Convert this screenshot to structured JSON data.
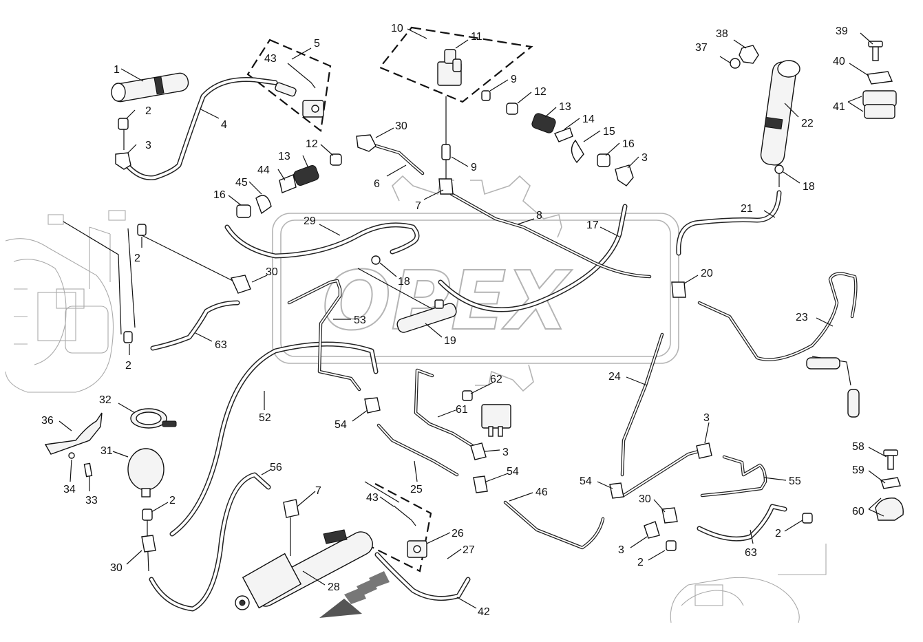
{
  "watermark": {
    "text": "OPEX"
  },
  "callouts": [
    {
      "id": "c1",
      "label": "1"
    },
    {
      "id": "c2a",
      "label": "2"
    },
    {
      "id": "c3a",
      "label": "3"
    },
    {
      "id": "c4",
      "label": "4"
    },
    {
      "id": "c5",
      "label": "5"
    },
    {
      "id": "c43a",
      "label": "43"
    },
    {
      "id": "c10",
      "label": "10"
    },
    {
      "id": "c11",
      "label": "11"
    },
    {
      "id": "c9a",
      "label": "9"
    },
    {
      "id": "c12a",
      "label": "12"
    },
    {
      "id": "c13a",
      "label": "13"
    },
    {
      "id": "c14",
      "label": "14"
    },
    {
      "id": "c15",
      "label": "15"
    },
    {
      "id": "c16a",
      "label": "16"
    },
    {
      "id": "c3b",
      "label": "3"
    },
    {
      "id": "c9b",
      "label": "9"
    },
    {
      "id": "c30a",
      "label": "30"
    },
    {
      "id": "c12b",
      "label": "12"
    },
    {
      "id": "c13b",
      "label": "13"
    },
    {
      "id": "c44",
      "label": "44"
    },
    {
      "id": "c45",
      "label": "45"
    },
    {
      "id": "c16b",
      "label": "16"
    },
    {
      "id": "c6",
      "label": "6"
    },
    {
      "id": "c7a",
      "label": "7"
    },
    {
      "id": "c8",
      "label": "8"
    },
    {
      "id": "c29",
      "label": "29"
    },
    {
      "id": "c17",
      "label": "17"
    },
    {
      "id": "c18a",
      "label": "18"
    },
    {
      "id": "c19",
      "label": "19"
    },
    {
      "id": "c2b",
      "label": "2"
    },
    {
      "id": "c30b",
      "label": "30"
    },
    {
      "id": "c53",
      "label": "53"
    },
    {
      "id": "c63a",
      "label": "63"
    },
    {
      "id": "c2c",
      "label": "2"
    },
    {
      "id": "c37",
      "label": "37"
    },
    {
      "id": "c38",
      "label": "38"
    },
    {
      "id": "c39",
      "label": "39"
    },
    {
      "id": "c40",
      "label": "40"
    },
    {
      "id": "c41",
      "label": "41"
    },
    {
      "id": "c22",
      "label": "22"
    },
    {
      "id": "c18b",
      "label": "18"
    },
    {
      "id": "c21",
      "label": "21"
    },
    {
      "id": "c20",
      "label": "20"
    },
    {
      "id": "c23",
      "label": "23"
    },
    {
      "id": "c24",
      "label": "24"
    },
    {
      "id": "c62",
      "label": "62"
    },
    {
      "id": "c61",
      "label": "61"
    },
    {
      "id": "c3c",
      "label": "3"
    },
    {
      "id": "c54a",
      "label": "54"
    },
    {
      "id": "c52",
      "label": "52"
    },
    {
      "id": "c25",
      "label": "25"
    },
    {
      "id": "c54b",
      "label": "54"
    },
    {
      "id": "c46",
      "label": "46"
    },
    {
      "id": "c32",
      "label": "32"
    },
    {
      "id": "c36",
      "label": "36"
    },
    {
      "id": "c31",
      "label": "31"
    },
    {
      "id": "c34",
      "label": "34"
    },
    {
      "id": "c33",
      "label": "33"
    },
    {
      "id": "c2d",
      "label": "2"
    },
    {
      "id": "c30c",
      "label": "30"
    },
    {
      "id": "c56",
      "label": "56"
    },
    {
      "id": "c7b",
      "label": "7"
    },
    {
      "id": "c43b",
      "label": "43"
    },
    {
      "id": "c26",
      "label": "26"
    },
    {
      "id": "c27",
      "label": "27"
    },
    {
      "id": "c28",
      "label": "28"
    },
    {
      "id": "c42",
      "label": "42"
    },
    {
      "id": "c3d",
      "label": "3"
    },
    {
      "id": "c54c",
      "label": "54"
    },
    {
      "id": "c55",
      "label": "55"
    },
    {
      "id": "c30d",
      "label": "30"
    },
    {
      "id": "c3e",
      "label": "3"
    },
    {
      "id": "c2e",
      "label": "2"
    },
    {
      "id": "c63b",
      "label": "63"
    },
    {
      "id": "c2f",
      "label": "2"
    },
    {
      "id": "c58",
      "label": "58"
    },
    {
      "id": "c59",
      "label": "59"
    },
    {
      "id": "c60",
      "label": "60"
    }
  ]
}
